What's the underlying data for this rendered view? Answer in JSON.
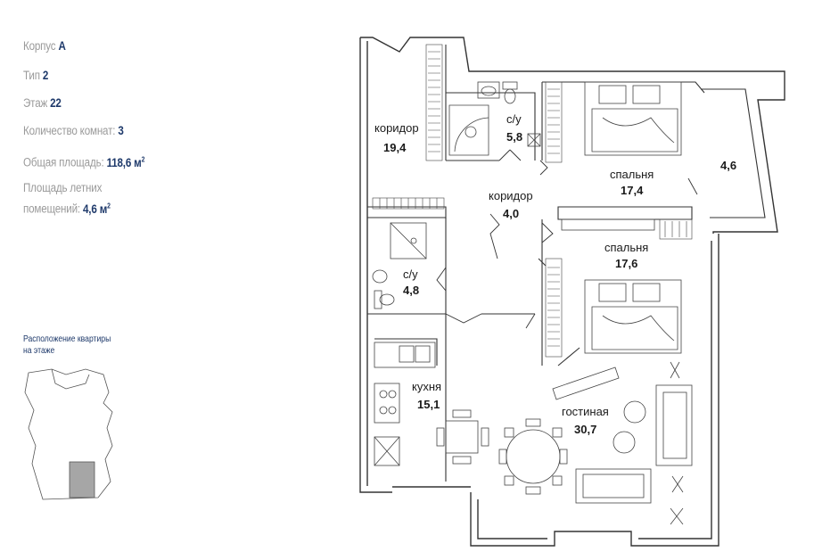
{
  "info": {
    "building_label": "Корпус",
    "building_value": "А",
    "type_label": "Тип",
    "type_value": "2",
    "floor_label": "Этаж",
    "floor_value": "22",
    "rooms_label": "Количество комнат:",
    "rooms_value": "3",
    "total_area_label": "Общая площадь:",
    "total_area_value": "118,6 м",
    "summer_area_label_1": "Площадь летних",
    "summer_area_label_2": "помещений:",
    "summer_area_value": "4,6 м",
    "area_unit_power": "2"
  },
  "location": {
    "title_1": "Расположение квартиры",
    "title_2": "на этаже"
  },
  "rooms": {
    "corridor_1": {
      "label": "коридор",
      "area": "19,4"
    },
    "bathroom_1": {
      "label": "с/у",
      "area": "5,8"
    },
    "corridor_2": {
      "label": "коридор",
      "area": "4,0"
    },
    "bedroom_1": {
      "label": "спальня",
      "area": "17,4"
    },
    "balcony": {
      "area": "4,6"
    },
    "bedroom_2": {
      "label": "спальня",
      "area": "17,6"
    },
    "bathroom_2": {
      "label": "с/у",
      "area": "4,8"
    },
    "kitchen": {
      "label": "кухня",
      "area": "15,1"
    },
    "living": {
      "label": "гостиная",
      "area": "30,7"
    }
  },
  "colors": {
    "accent": "#1f3a6b",
    "muted_text": "#9a9a9a",
    "wall": "#333333",
    "highlight": "#a6a6a6"
  }
}
